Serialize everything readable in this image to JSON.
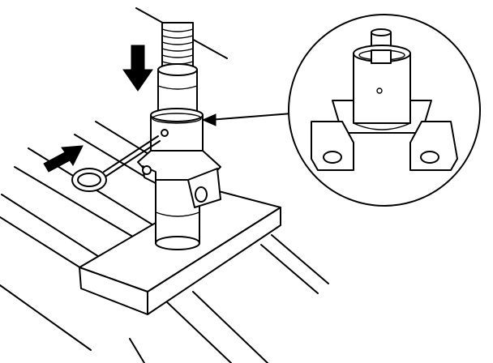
{
  "figure": {
    "background": "#ffffff",
    "ink": "#000000",
    "components": {
      "rails": "rail-lines",
      "plate": "base-plate-block",
      "column": "steering-column-shaft",
      "spring": "threaded-upper-shaft",
      "collar": "column-collar",
      "bracket": "mounting-bracket",
      "pin": "ring-locking-pin",
      "detail": "magnified-bracket-detail"
    },
    "arrows": {
      "down": "downward-press-arrow",
      "insert": "pin-insert-arrow",
      "leader": "detail-leader-arrow"
    }
  }
}
